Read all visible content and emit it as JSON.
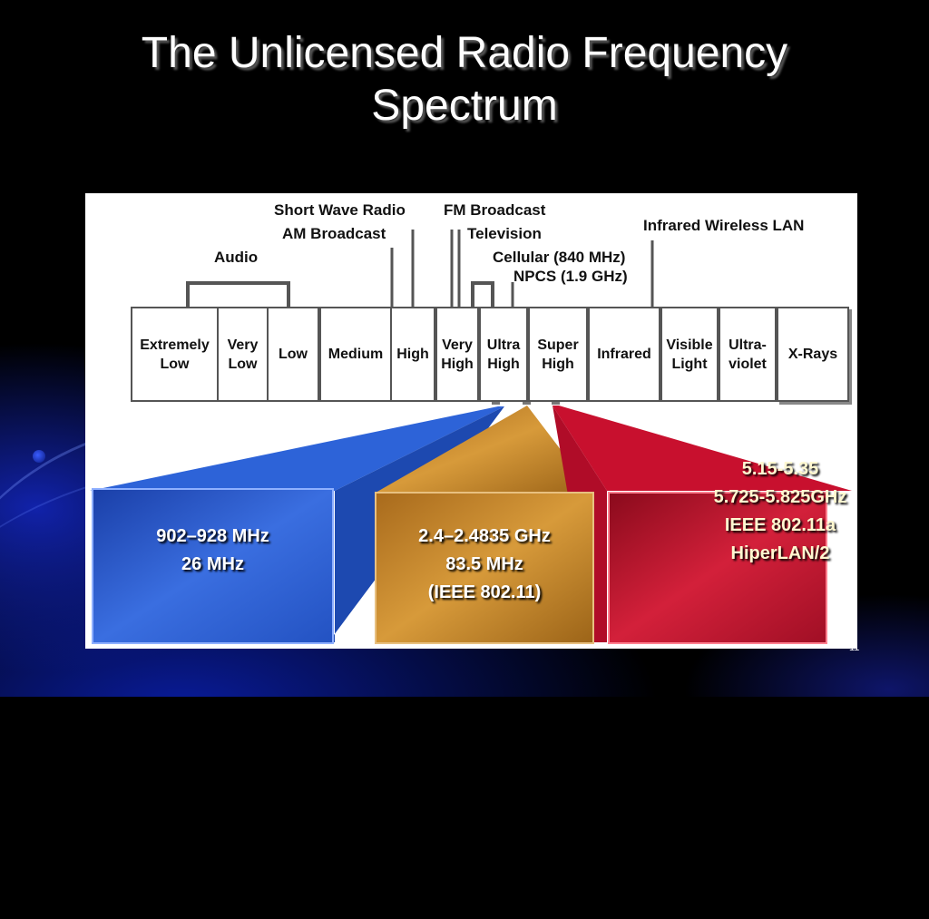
{
  "slide": {
    "title_line1": "The Unlicensed Radio Frequency",
    "title_line2": "Spectrum",
    "page_number": "11"
  },
  "diagram": {
    "top_labels": {
      "short_wave": "Short Wave Radio",
      "am": "AM Broadcast",
      "fm": "FM Broadcast",
      "tv": "Television",
      "audio": "Audio",
      "cellular": "Cellular (840 MHz)",
      "npcs": "NPCS (1.9 GHz)",
      "infrared_lan": "Infrared Wireless LAN"
    },
    "bands": [
      {
        "line1": "Extremely",
        "line2": "Low"
      },
      {
        "line1": "Very",
        "line2": "Low"
      },
      {
        "line1": "Low",
        "line2": ""
      },
      {
        "line1": "Medium",
        "line2": ""
      },
      {
        "line1": "High",
        "line2": ""
      },
      {
        "line1": "Very",
        "line2": "High"
      },
      {
        "line1": "Ultra",
        "line2": "High"
      },
      {
        "line1": "Super",
        "line2": "High"
      },
      {
        "line1": "Infrared",
        "line2": ""
      },
      {
        "line1": "Visible",
        "line2": "Light"
      },
      {
        "line1": "Ultra-",
        "line2": "violet"
      },
      {
        "line1": "X-Rays",
        "line2": ""
      }
    ],
    "panels": {
      "blue": {
        "line1": "902–928 MHz",
        "line2": "26 MHz",
        "color": "#2f5fd0"
      },
      "orange": {
        "line1": "2.4–2.4835 GHz",
        "line2": "83.5 MHz",
        "line3": "(IEEE 802.11)",
        "color": "#c98a2e"
      },
      "red": {
        "line1": "5.15-5.35",
        "line2": "5.725-5.825GHz",
        "line3": "IEEE 802.11a",
        "line4": "HiperLAN/2",
        "color": "#c41430"
      }
    }
  }
}
